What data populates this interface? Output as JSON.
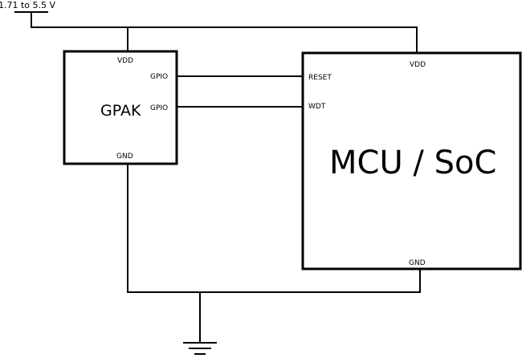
{
  "supply": {
    "voltage_label": "1.71 to 5.5 V"
  },
  "gpak": {
    "title": "GPAK",
    "pin_vdd": "VDD",
    "pin_gpio_1": "GPIO",
    "pin_gpio_2": "GPIO",
    "pin_gnd": "GND"
  },
  "mcu": {
    "title": "MCU / SoC",
    "pin_vdd": "VDD",
    "pin_reset": "RESET",
    "pin_wdt": "WDT",
    "pin_gnd": "GND"
  },
  "ground": {
    "icon": "ground-symbol-icon"
  }
}
